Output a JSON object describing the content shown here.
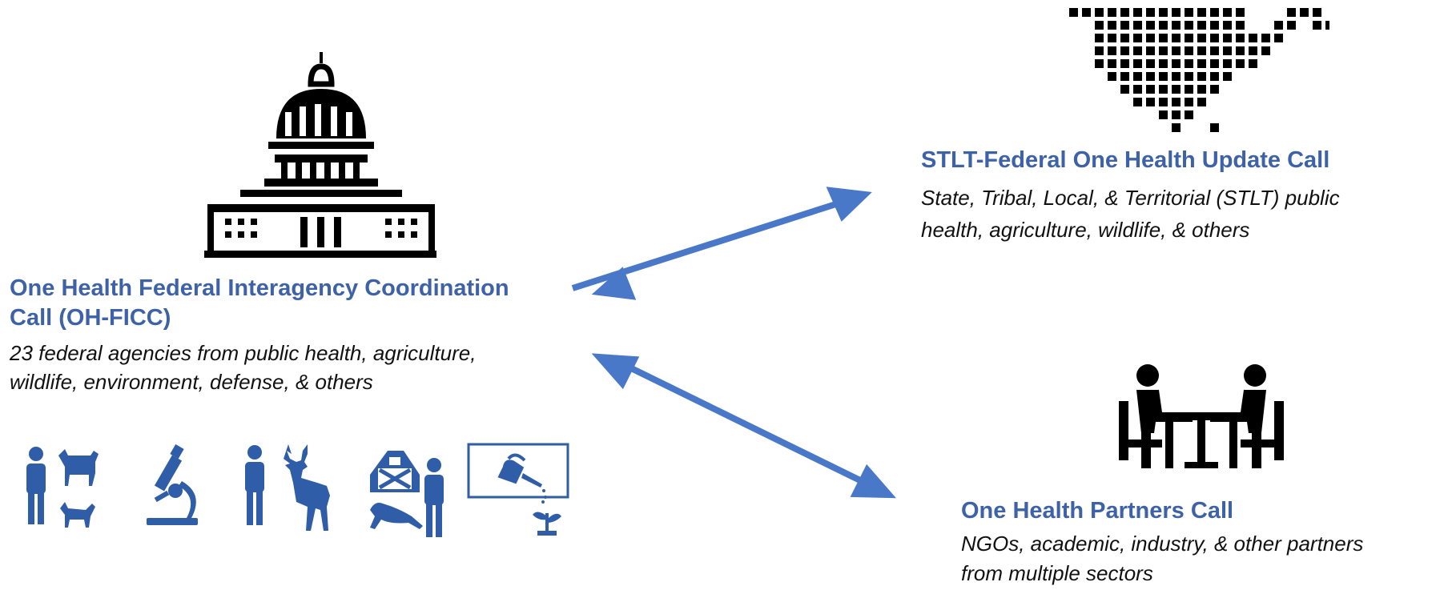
{
  "colors": {
    "title": "#3e62a8",
    "arrow": "#4a78c8",
    "icon_blue": "#2f5da8",
    "icon_black": "#000000",
    "text": "#111111"
  },
  "center_node": {
    "icon": "capitol-building-icon",
    "title_line1": "One Health Federal Interagency Coordination",
    "title_line2": "Call (OH-FICC)",
    "desc_line1": "23 federal agencies from public health, agriculture,",
    "desc_line2": "wildlife, environment, defense, & others",
    "sector_icons": [
      "person-with-pets-icon",
      "microscope-icon",
      "person-with-deer-icon",
      "barn-ferret-person-icon",
      "watering-can-plant-icon"
    ]
  },
  "stlt_node": {
    "icon": "us-map-grid-icon",
    "title": "STLT-Federal One Health Update Call",
    "desc_line1": "State, Tribal, Local, & Territorial (STLT) public",
    "desc_line2": "health, agriculture, wildlife, & others"
  },
  "partners_node": {
    "icon": "people-meeting-table-icon",
    "title": "One Health Partners Call",
    "desc_line1": "NGOs, academic, industry, & other partners",
    "desc_line2": "from multiple sectors"
  },
  "connections": [
    {
      "from": "center_node",
      "to": "stlt_node",
      "direction": "bidirectional"
    },
    {
      "from": "center_node",
      "to": "partners_node",
      "direction": "bidirectional"
    }
  ]
}
